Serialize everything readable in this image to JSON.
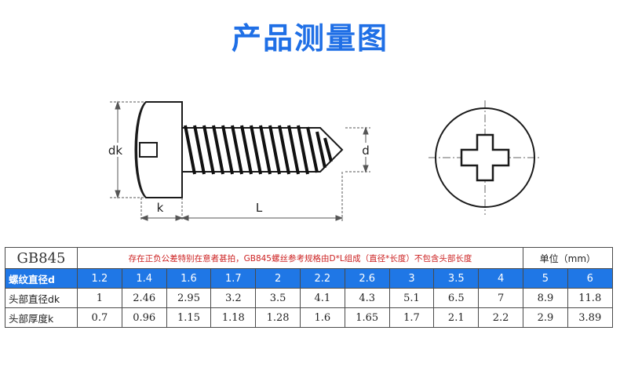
{
  "title": "产品测量图",
  "diagram": {
    "dim_head_diameter": "dk",
    "dim_head_height": "k",
    "dim_length": "L",
    "dim_thread_diameter": "d"
  },
  "table": {
    "standard": "GB845",
    "note": "存在正负公差特别在意者甚拍，GB845螺丝参考规格由D*L组成（直径*长度）不包含头部长度",
    "unit": "单位（mm）",
    "rows": [
      {
        "label": "螺纹直径d",
        "values": [
          "1.2",
          "1.4",
          "1.6",
          "1.7",
          "2",
          "2.2",
          "2.6",
          "3",
          "3.5",
          "4",
          "5",
          "6"
        ]
      },
      {
        "label": "头部直径dk",
        "values": [
          "1",
          "2.46",
          "2.95",
          "3.2",
          "3.5",
          "4.1",
          "4.3",
          "5.1",
          "6.5",
          "7",
          "8.9",
          "11.8"
        ]
      },
      {
        "label": "头部厚度k",
        "values": [
          "0.7",
          "0.96",
          "1.15",
          "1.18",
          "1.28",
          "1.6",
          "1.65",
          "1.7",
          "2.1",
          "2.2",
          "2.9",
          "3.89"
        ]
      }
    ]
  },
  "colors": {
    "title": "#1f6fe6",
    "header_row": "#1f77e6",
    "note": "#cc1f1f"
  }
}
